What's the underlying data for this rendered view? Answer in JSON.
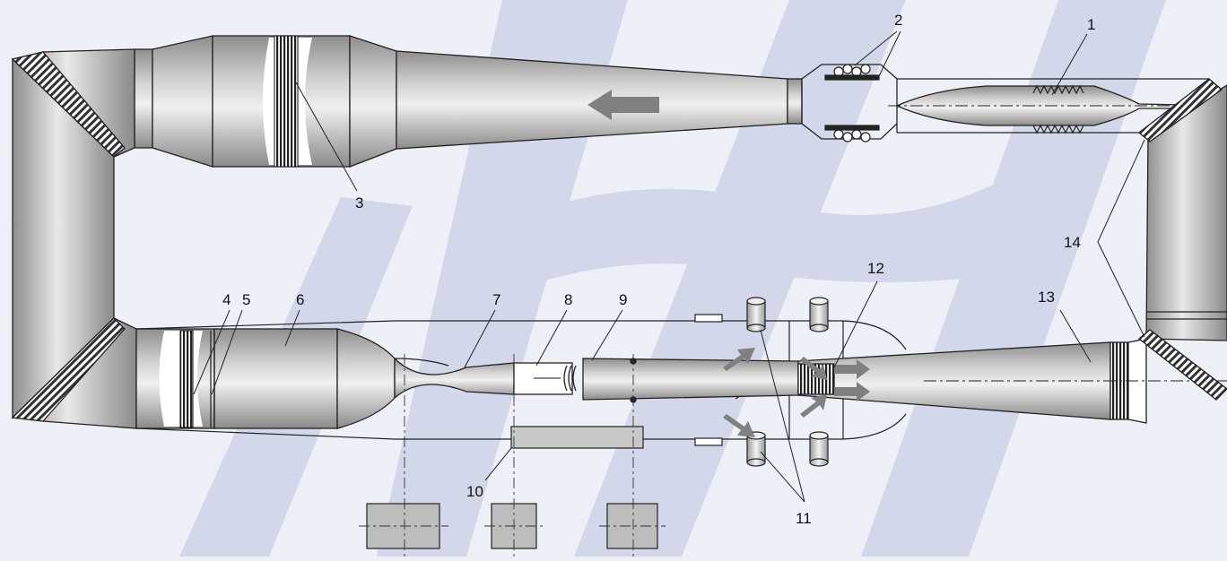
{
  "diagram": {
    "labels": [
      {
        "id": "1",
        "text": "1"
      },
      {
        "id": "2",
        "text": "2"
      },
      {
        "id": "3",
        "text": "3"
      },
      {
        "id": "4",
        "text": "4"
      },
      {
        "id": "5",
        "text": "5"
      },
      {
        "id": "6",
        "text": "6"
      },
      {
        "id": "7",
        "text": "7"
      },
      {
        "id": "8",
        "text": "8"
      },
      {
        "id": "9",
        "text": "9"
      },
      {
        "id": "10",
        "text": "10"
      },
      {
        "id": "11",
        "text": "11"
      },
      {
        "id": "12",
        "text": "12"
      },
      {
        "id": "13",
        "text": "13"
      },
      {
        "id": "14",
        "text": "14"
      }
    ],
    "colors": {
      "background": "#eef0f8",
      "splash": "#c6cce4",
      "metal_dark": "#8a8a8a",
      "metal_light": "#ececec",
      "arrow": "#7f7f7f",
      "box": "#c8c8c8",
      "line": "#222222"
    }
  }
}
